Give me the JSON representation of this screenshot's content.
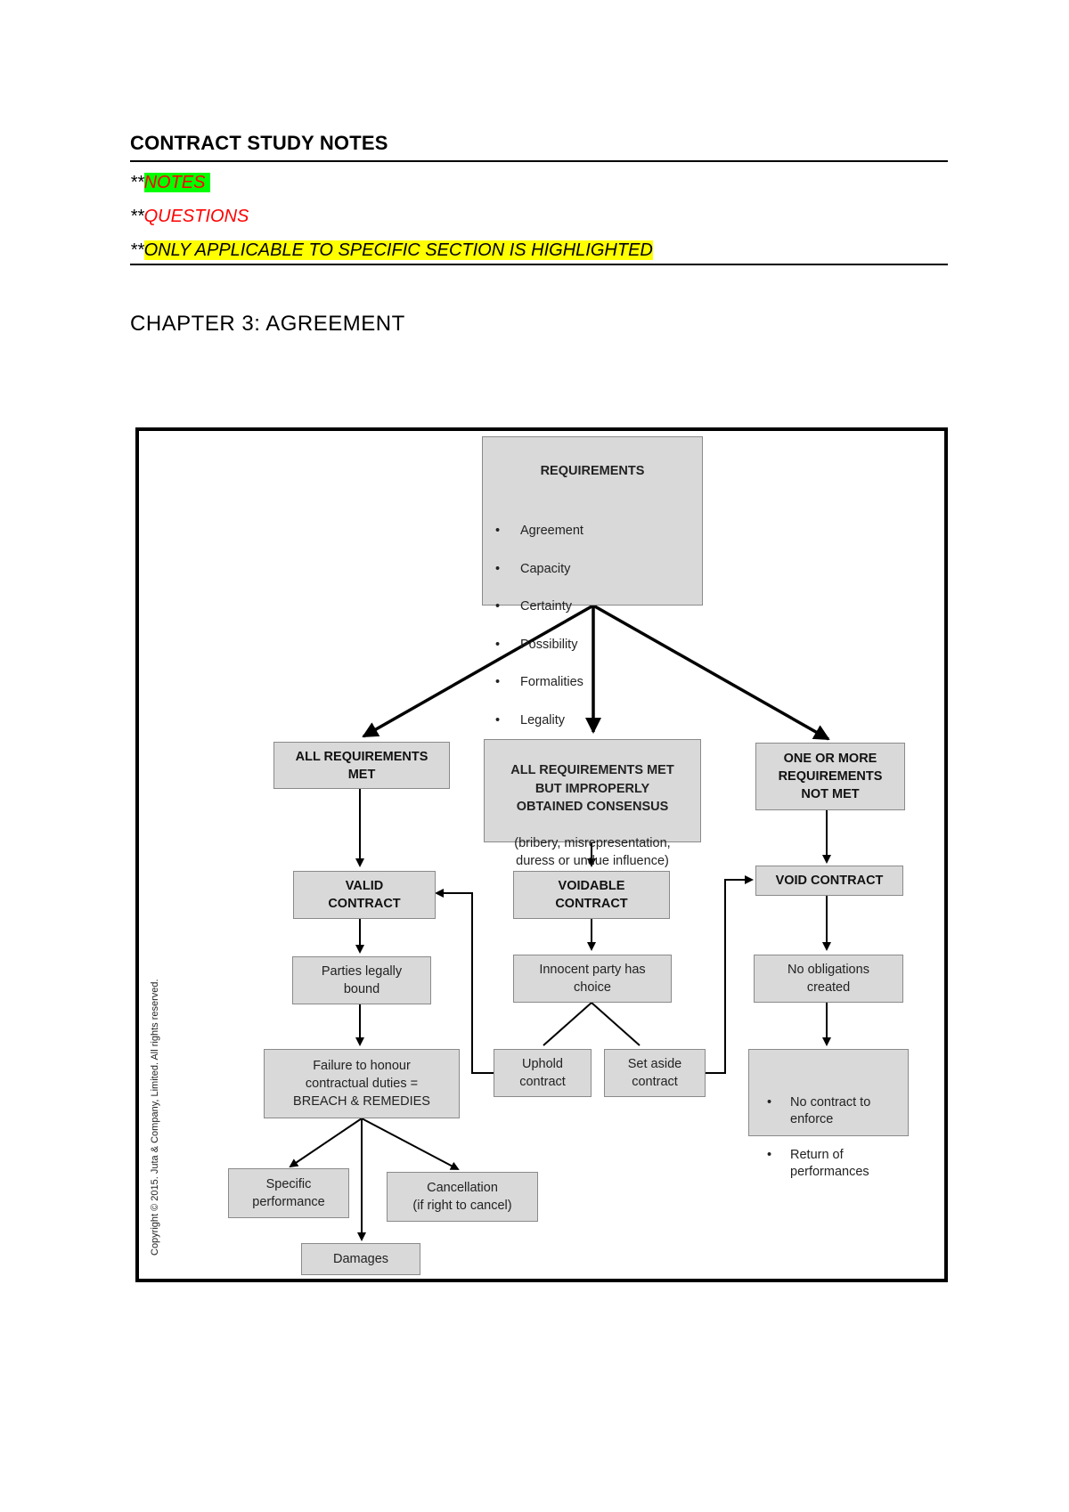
{
  "header": {
    "title": "CONTRACT STUDY NOTES",
    "legend": [
      {
        "prefix": "**",
        "text": "NOTES"
      },
      {
        "prefix": "**",
        "text": "QUESTIONS"
      },
      {
        "prefix": "**",
        "text": "ONLY APPLICABLE TO SPECIFIC SECTION IS HIGHLIGHTED"
      }
    ],
    "colors": {
      "notes_highlight": "#00ff00",
      "questions_text": "#ff0000",
      "section_highlight": "#ffff00"
    }
  },
  "chapter": "CHAPTER 3: AGREEMENT",
  "flowchart": {
    "requirements": {
      "title": "REQUIREMENTS",
      "items": [
        "Agreement",
        "Capacity",
        "Certainty",
        "Possibility",
        "Formalities",
        "Legality"
      ]
    },
    "all_met": "ALL REQUIREMENTS\nMET",
    "improper": "ALL REQUIREMENTS MET\nBUT IMPROPERLY\nOBTAINED CONSENSUS",
    "improper_detail": "(bribery, misrepresentation,\nduress or undue influence)",
    "not_met": "ONE OR MORE\nREQUIREMENTS\nNOT MET",
    "valid": "VALID\nCONTRACT",
    "voidable": "VOIDABLE\nCONTRACT",
    "void": "VOID CONTRACT",
    "parties_bound": "Parties legally\nbound",
    "innocent_choice": "Innocent party has\nchoice",
    "no_obligations": "No obligations\ncreated",
    "breach": "Failure to honour\ncontractual duties =\nBREACH & REMEDIES",
    "uphold": "Uphold\ncontract",
    "set_aside": "Set aside\ncontract",
    "void_results": [
      "No contract to enforce",
      "Return of performances"
    ],
    "specific_performance": "Specific\nperformance",
    "cancellation": "Cancellation\n(if right to cancel)",
    "damages": "Damages",
    "copyright": "Copyright © 2015. Juta & Company, Limited. All rights reserved."
  }
}
